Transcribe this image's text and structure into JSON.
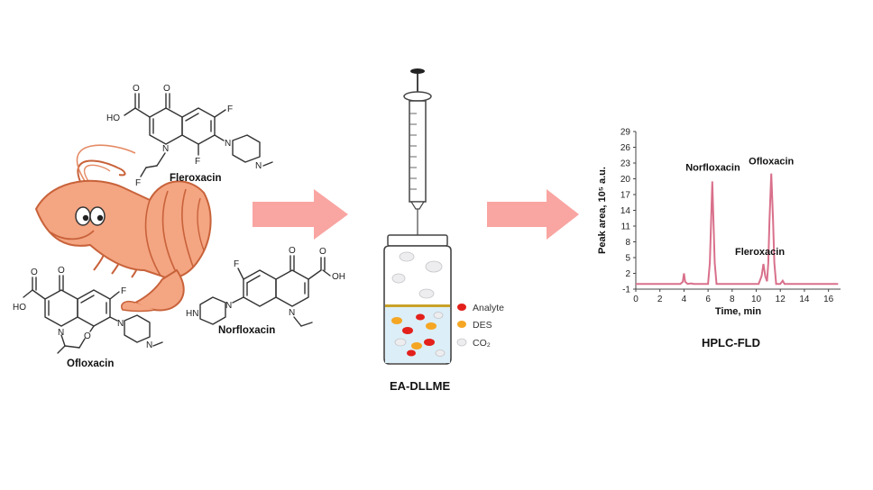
{
  "molecules": {
    "fleroxacin": {
      "name": "Fleroxacin",
      "atoms": {
        "ho": "HO",
        "f_top": "F",
        "n1": "N",
        "n_pip": "N",
        "n_methyl": "N",
        "f_side": "F",
        "f_chain": "F"
      }
    },
    "ofloxacin": {
      "name": "Ofloxacin",
      "atoms": {
        "ho": "HO",
        "f": "F",
        "n1": "N",
        "n_pip": "N",
        "n_methyl": "N",
        "o_ring": "O"
      }
    },
    "norfloxacin": {
      "name": "Norfloxacin",
      "atoms": {
        "oh": "OH",
        "f": "F",
        "n1": "N",
        "n_pip": "N",
        "hn": "HN"
      }
    }
  },
  "extraction": {
    "label": "EA-DLLME",
    "legend": [
      {
        "label": "Analyte",
        "color": "#e3201b"
      },
      {
        "label": "DES",
        "color": "#f5a623"
      },
      {
        "label": "CO₂",
        "color": "#e8e8ea"
      }
    ]
  },
  "colors": {
    "arrow": "#f9a5a2",
    "trace": "#d9708b",
    "shrimp": "#f4a582",
    "shrimp_dark": "#c8623a"
  },
  "hplc_label": "HPLC-FLD",
  "chart_data": {
    "type": "line",
    "xlabel": "Time, min",
    "ylabel": "Peak area, 10⁵ a.u.",
    "xlim": [
      0,
      17
    ],
    "ylim": [
      -1,
      29
    ],
    "xticks": [
      0,
      2,
      4,
      6,
      8,
      10,
      12,
      14,
      16
    ],
    "yticks": [
      -1,
      2,
      5,
      8,
      11,
      14,
      17,
      20,
      23,
      26,
      29
    ],
    "grid": false,
    "series": [
      {
        "values": [
          [
            0,
            0
          ],
          [
            3.7,
            0
          ],
          [
            3.9,
            0.4
          ],
          [
            4.0,
            2.0
          ],
          [
            4.1,
            0.4
          ],
          [
            4.3,
            0
          ],
          [
            4.6,
            0.1
          ],
          [
            4.8,
            0
          ],
          [
            6.0,
            0
          ],
          [
            6.15,
            4
          ],
          [
            6.25,
            12
          ],
          [
            6.35,
            19.5
          ],
          [
            6.45,
            12
          ],
          [
            6.55,
            4
          ],
          [
            6.7,
            0
          ],
          [
            10.2,
            0
          ],
          [
            10.45,
            1.5
          ],
          [
            10.6,
            3.8
          ],
          [
            10.75,
            1.5
          ],
          [
            10.9,
            0.5
          ],
          [
            11.0,
            4
          ],
          [
            11.1,
            12
          ],
          [
            11.25,
            21
          ],
          [
            11.4,
            12
          ],
          [
            11.5,
            4
          ],
          [
            11.65,
            0
          ],
          [
            12.0,
            0
          ],
          [
            12.2,
            0.6
          ],
          [
            12.35,
            0
          ],
          [
            16.8,
            0
          ]
        ]
      }
    ],
    "annotations": [
      {
        "text": "Norfloxacin",
        "x": 6.4,
        "y": 19.5
      },
      {
        "text": "Ofloxacin",
        "x": 11.25,
        "y": 21
      },
      {
        "text": "Fleroxacin",
        "x": 10.6,
        "y": 3.8
      }
    ]
  }
}
